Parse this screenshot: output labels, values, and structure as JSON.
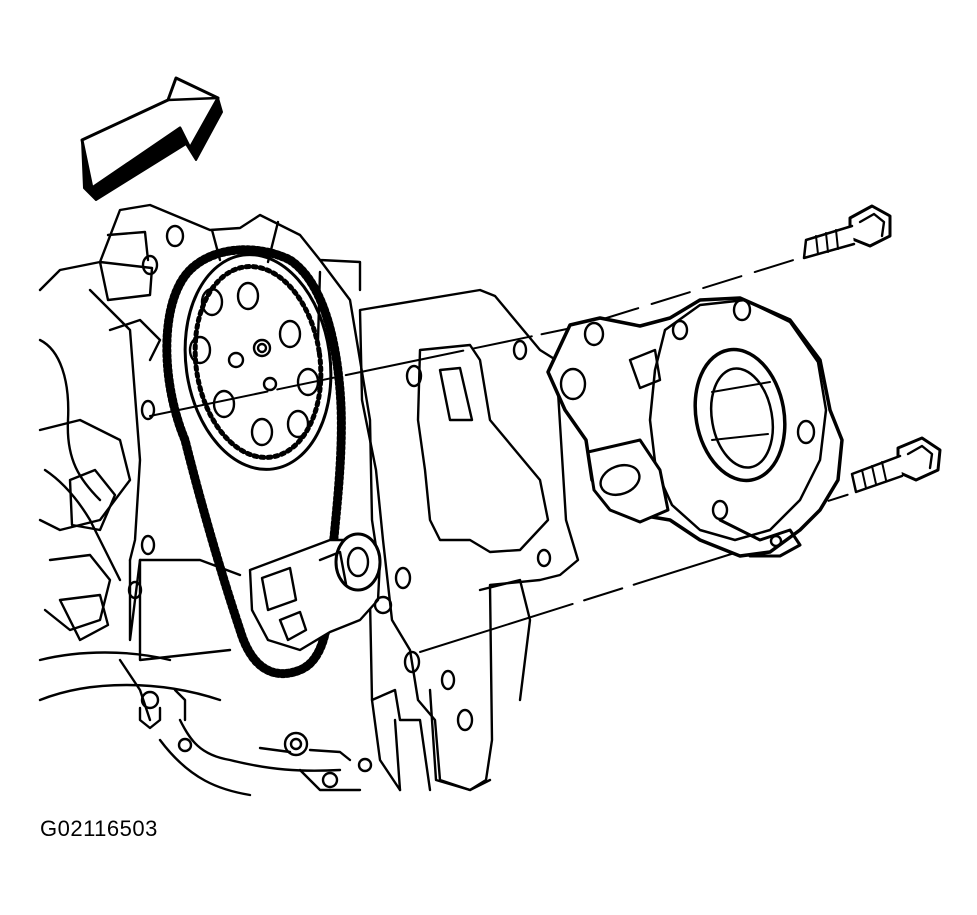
{
  "figure": {
    "id_label": "G02116503",
    "colors": {
      "ink": "#000000",
      "paper": "#ffffff"
    },
    "parts": [
      {
        "name": "direction-arrow",
        "icon": "arrow-block-icon"
      },
      {
        "name": "engine-block"
      },
      {
        "name": "camshaft-sprocket"
      },
      {
        "name": "timing-chain"
      },
      {
        "name": "crankshaft-sprocket"
      },
      {
        "name": "engine-front-cover-gasket"
      },
      {
        "name": "oil-pump"
      },
      {
        "name": "oil-pump-bolt",
        "count": 2
      }
    ]
  }
}
